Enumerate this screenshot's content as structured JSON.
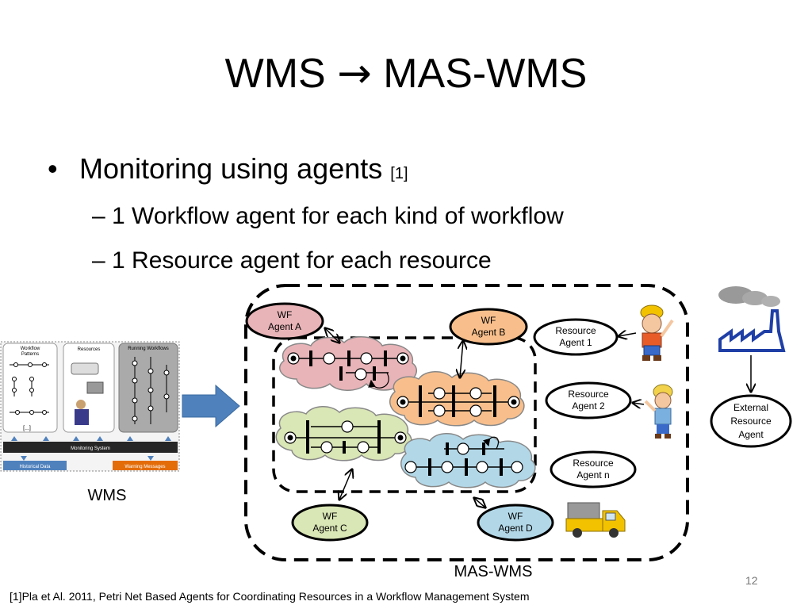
{
  "title": {
    "left": "WMS",
    "arrow": "→",
    "right": "MAS-WMS"
  },
  "bullets": {
    "main_text": "Monitoring using agents",
    "main_ref": "[1]",
    "sub1": "1 Workflow agent for each kind of workflow",
    "sub2": "1 Resource agent for each resource"
  },
  "wms": {
    "panel_patterns": [
      "Workflow",
      "Patterns"
    ],
    "panel_patterns_more": "[...]",
    "panel_resources": "Resources",
    "panel_running": "Running Workflows",
    "monitoring_system": "Monitoring System",
    "historical_data": "Historical Data",
    "warning_messages": "Warning Messages",
    "label": "WMS"
  },
  "mas": {
    "wf_a": [
      "WF",
      "Agent A"
    ],
    "wf_b": [
      "WF",
      "Agent B"
    ],
    "wf_c": [
      "WF",
      "Agent C"
    ],
    "wf_d": [
      "WF",
      "Agent D"
    ],
    "res_1": [
      "Resource",
      "Agent 1"
    ],
    "res_2": [
      "Resource",
      "Agent 2"
    ],
    "res_n": [
      "Resource",
      "Agent n"
    ],
    "external": [
      "External",
      "Resource",
      "Agent"
    ],
    "label": "MAS-WMS"
  },
  "colors": {
    "pink": "#e8b4b8",
    "orange": "#f8bf8c",
    "green": "#d9e6b5",
    "blue": "#b2d8e8",
    "monitor_bar": "#262626",
    "historical": "#4f81bd",
    "warning": "#e36c09",
    "factory": "#1f3fa6"
  },
  "footnote": "[1]Pla et Al. 2011, Petri Net Based Agents for Coordinating Resources in a Workflow Management System",
  "page_number": "12"
}
